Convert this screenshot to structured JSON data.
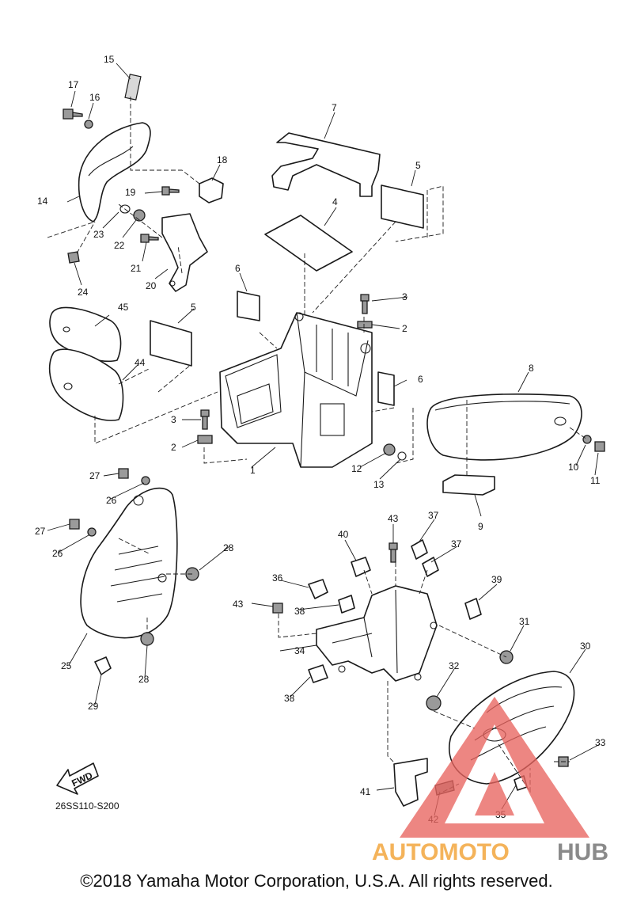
{
  "diagram": {
    "part_numbers": [
      "1",
      "2",
      "2",
      "3",
      "3",
      "4",
      "5",
      "5",
      "6",
      "6",
      "7",
      "8",
      "9",
      "10",
      "11",
      "12",
      "13",
      "14",
      "15",
      "16",
      "17",
      "18",
      "19",
      "20",
      "21",
      "22",
      "23",
      "24",
      "25",
      "26",
      "26",
      "27",
      "27",
      "28",
      "28",
      "29",
      "30",
      "31",
      "32",
      "33",
      "34",
      "35",
      "36",
      "37",
      "37",
      "38",
      "38",
      "39",
      "40",
      "41",
      "42",
      "43",
      "43",
      "44",
      "45"
    ],
    "fwd_label": "FWD",
    "figure_code": "26SS110-S200"
  },
  "watermark": {
    "brand_part1": "AUTOMOTO",
    "brand_part2": "HUB",
    "colors": {
      "triangle": "#e8645f",
      "part1": "#f4b35a",
      "part2": "#8a8a8a"
    }
  },
  "footer": {
    "copyright": "©2018 Yamaha Motor Corporation, U.S.A. All rights reserved."
  }
}
